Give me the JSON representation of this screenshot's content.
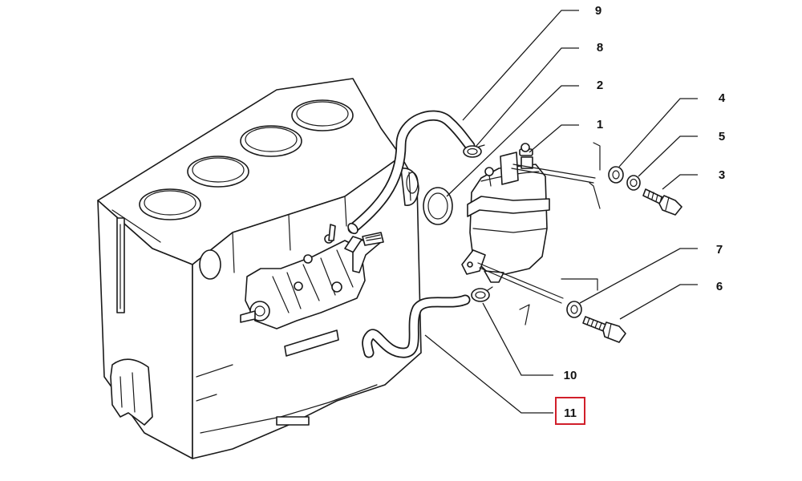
{
  "diagram": {
    "highlight_color": "#d11f2a",
    "line_color": "#1a1a1a",
    "callouts": [
      {
        "id": "c9",
        "label": "9",
        "highlighted": false
      },
      {
        "id": "c8",
        "label": "8",
        "highlighted": false
      },
      {
        "id": "c2",
        "label": "2",
        "highlighted": false
      },
      {
        "id": "c1",
        "label": "1",
        "highlighted": false
      },
      {
        "id": "c4",
        "label": "4",
        "highlighted": false
      },
      {
        "id": "c5",
        "label": "5",
        "highlighted": false
      },
      {
        "id": "c3",
        "label": "3",
        "highlighted": false
      },
      {
        "id": "c7",
        "label": "7",
        "highlighted": false
      },
      {
        "id": "c6",
        "label": "6",
        "highlighted": false
      },
      {
        "id": "c10",
        "label": "10",
        "highlighted": false
      },
      {
        "id": "c11",
        "label": "11",
        "highlighted": true
      }
    ]
  }
}
